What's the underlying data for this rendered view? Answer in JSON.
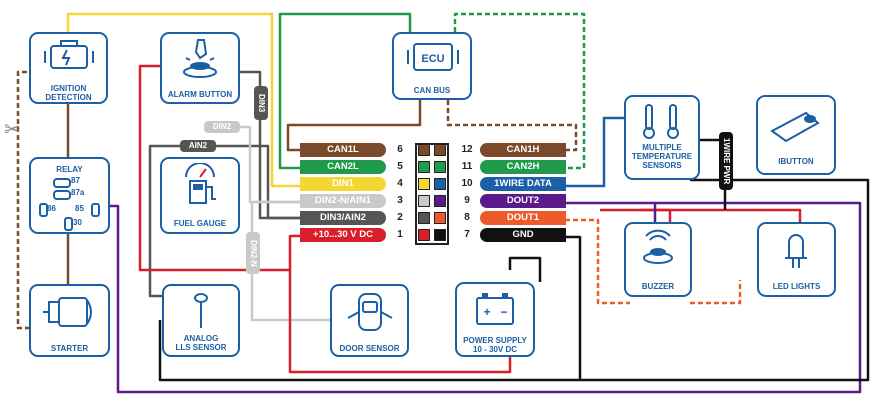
{
  "components": {
    "ignition": "IGNITION\nDETECTION",
    "alarm": "ALARM BUTTON",
    "ecu_label": "CAN BUS",
    "ecu_text": "ECU",
    "relay": "RELAY",
    "fuel": "FUEL GAUGE",
    "starter": "STARTER",
    "analog": "ANALOG\nLLS SENSOR",
    "door": "DOOR SENSOR",
    "power": "POWER SUPPLY\n10 - 30V DC",
    "temp": "MULTIPLE\nTEMPERATURE\nSENSORS",
    "ibutton": "IBUTTON",
    "buzzer": "BUZZER",
    "led": "LED LIGHTS"
  },
  "relay_pins": {
    "p87": "87",
    "p87a": "87a",
    "p86": "86",
    "p85": "85",
    "p30": "30"
  },
  "wire_tags": {
    "din3": "DIN3",
    "din2": "DIN2",
    "ain2": "AIN2",
    "din2n": "DIN2-N",
    "onewire_pwr": "1WIRE PWR"
  },
  "connector": {
    "left": [
      {
        "num": "6",
        "label": "CAN1L",
        "bg": "#7a4a2a",
        "fg": "#ffffff"
      },
      {
        "num": "5",
        "label": "CAN2L",
        "bg": "#1f9a4a",
        "fg": "#ffffff"
      },
      {
        "num": "4",
        "label": "DIN1",
        "bg": "#f4d732",
        "fg": "#ffffff"
      },
      {
        "num": "3",
        "label": "DIN2-N/AIN1",
        "bg": "#c9c9c9",
        "fg": "#ffffff"
      },
      {
        "num": "2",
        "label": "DIN3/AIN2",
        "bg": "#555555",
        "fg": "#ffffff"
      },
      {
        "num": "1",
        "label": "+10...30 V DC",
        "bg": "#d81e2a",
        "fg": "#ffffff"
      }
    ],
    "right": [
      {
        "num": "12",
        "label": "CAN1H",
        "bg": "#7a4a2a",
        "fg": "#ffffff"
      },
      {
        "num": "11",
        "label": "CAN2H",
        "bg": "#1f9a4a",
        "fg": "#ffffff"
      },
      {
        "num": "10",
        "label": "1WIRE DATA",
        "bg": "#1b5fa6",
        "fg": "#ffffff"
      },
      {
        "num": "9",
        "label": "DOUT2",
        "bg": "#5a1a8a",
        "fg": "#ffffff"
      },
      {
        "num": "8",
        "label": "DOUT1",
        "bg": "#ef5a2a",
        "fg": "#ffffff"
      },
      {
        "num": "7",
        "label": "GND",
        "bg": "#111111",
        "fg": "#ffffff"
      }
    ]
  },
  "colors": {
    "accent": "#1b5fa6",
    "can1": "#7a4a2a",
    "can2": "#1f9a4a",
    "din1": "#f4d732",
    "din2": "#c9c9c9",
    "din3": "#555555",
    "power": "#d81e2a",
    "onewire": "#1b5fa6",
    "dout2": "#5a1a8a",
    "dout1": "#ef5a2a",
    "gnd": "#111111"
  }
}
